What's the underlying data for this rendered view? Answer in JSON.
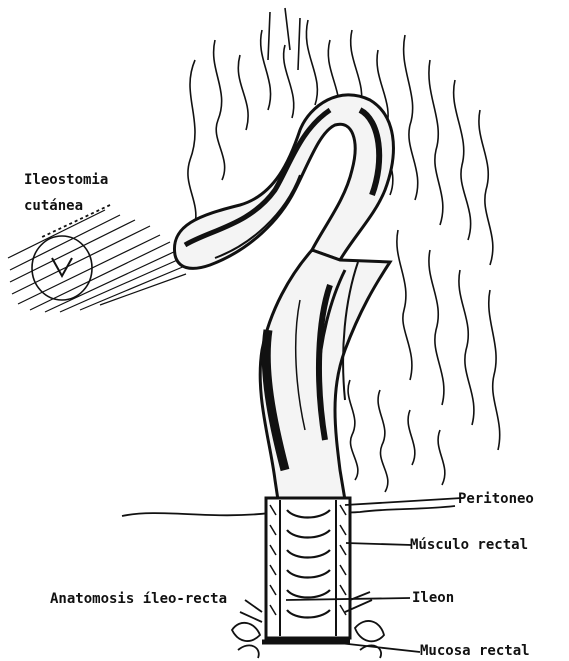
{
  "figure": {
    "labels": {
      "ileostomy_line1": "Ileostomia",
      "ileostomy_line2": "cutánea",
      "peritoneum": "Peritoneo",
      "rectal_muscle": "Músculo rectal",
      "anastomosis": "Anatomosis íleo-recta",
      "ileum": "Ileon",
      "rectal_mucosa": "Mucosa rectal"
    },
    "colors": {
      "ink": "#111111",
      "paper": "#ffffff",
      "tissue": "#f4f4f4"
    }
  }
}
